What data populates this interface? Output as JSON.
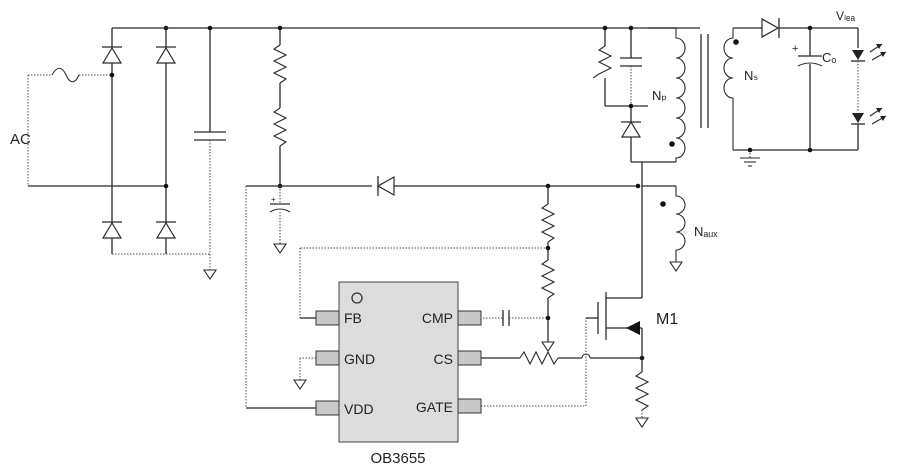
{
  "diagram": {
    "source_label": "AC",
    "chip": {
      "part_number": "OB3655",
      "pins": {
        "fb": "FB",
        "gnd": "GND",
        "vdd": "VDD",
        "cmp": "CMP",
        "cs": "CS",
        "gate": "GATE"
      }
    },
    "mosfet_label": "M1",
    "winding_p_label": "Nₚ",
    "winding_s_label": "Nₛ",
    "winding_aux_label": "Nₐᵤₓ",
    "output_cap_label": "Cₒ",
    "output_cap_polarity": "+",
    "led_rail_label": "Vₗₑₐ"
  },
  "colors": {
    "wire": "#2a2a2a",
    "chip_fill": "#dcdcdc",
    "pin_fill": "#c8c8c8",
    "background": "#ffffff"
  }
}
